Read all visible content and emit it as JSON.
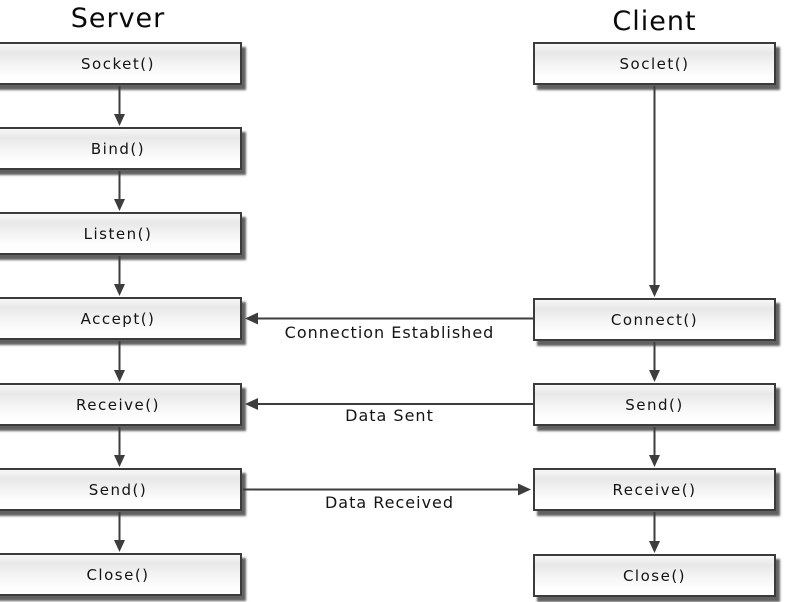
{
  "diagram": {
    "type": "flowchart",
    "server": {
      "title": "Server",
      "boxes": [
        {
          "label": "Socket()"
        },
        {
          "label": "Bind()"
        },
        {
          "label": "Listen()"
        },
        {
          "label": "Accept()"
        },
        {
          "label": "Receive()"
        },
        {
          "label": "Send()"
        },
        {
          "label": "Close()"
        }
      ]
    },
    "client": {
      "title": "Client",
      "boxes": [
        {
          "label": "Soclet()"
        },
        {
          "label": "Connect()"
        },
        {
          "label": "Send()"
        },
        {
          "label": "Receive()"
        },
        {
          "label": "Close()"
        }
      ]
    },
    "messages": [
      {
        "label": "Connection Established",
        "from": "Client Connect()",
        "to": "Server Accept()",
        "direction": "left"
      },
      {
        "label": "Data Sent",
        "from": "Client Send()",
        "to": "Server Receive()",
        "direction": "left"
      },
      {
        "label": "Data Received",
        "from": "Server Send()",
        "to": "Client Receive()",
        "direction": "right"
      }
    ],
    "colors": {
      "background": "#ffffff",
      "box_border": "#3b3b3b",
      "box_fill_top": "#e8e8e8",
      "box_fill_bottom": "#ffffff",
      "box_shadow": "#3e3e3e",
      "arrow": "#3d3d3d",
      "text": "#141414"
    }
  }
}
